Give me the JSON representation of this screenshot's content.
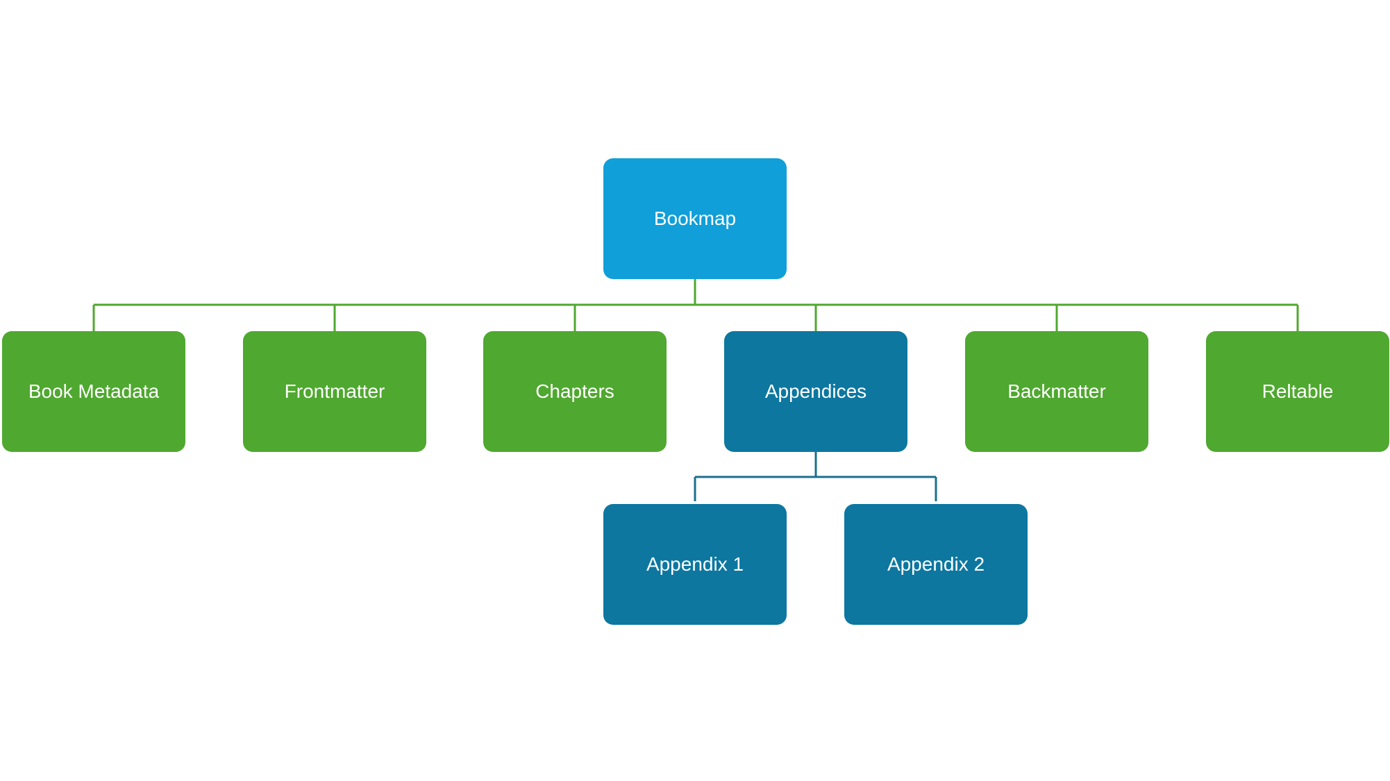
{
  "colors": {
    "root": "#109fd8",
    "primary_children": "#4fa82f",
    "appendix_branch": "#0d77a0",
    "connector_green": "#4fa82f",
    "connector_teal": "#1a6f8f"
  },
  "nodes": {
    "root": "Bookmap",
    "children": [
      "Book Metadata",
      "Frontmatter",
      "Chapters",
      "Appendices",
      "Backmatter",
      "Reltable"
    ],
    "appendices_children": [
      "Appendix 1",
      "Appendix 2"
    ]
  }
}
